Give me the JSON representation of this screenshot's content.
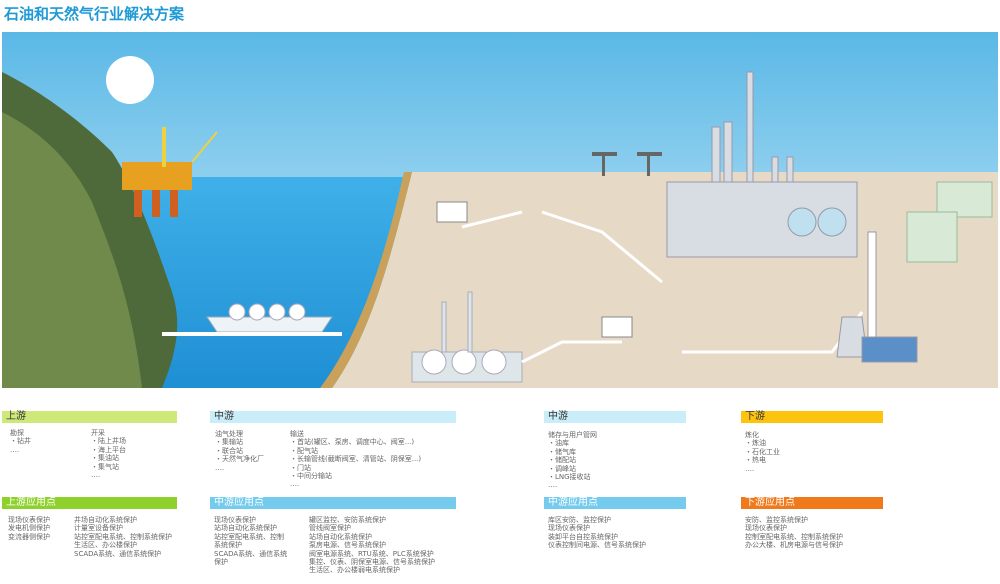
{
  "title": "石油和天然气行业解决方案",
  "colors": {
    "upstream": "#cfe87a",
    "upstream_app": "#8ed12c",
    "midstream": "#c9edf9",
    "midstream_app": "#75cbee",
    "downstream": "#fdc40f",
    "downstream_app": "#f0791c"
  },
  "upstream": {
    "label": "上游",
    "col1": [
      "勘探",
      "・钻井",
      "…."
    ],
    "col2": [
      "开采",
      "・陆上井场",
      "・海上平台",
      "・集油站",
      "・集气站",
      "…."
    ]
  },
  "upstream_app": {
    "label": "上游应用点",
    "col1": [
      "现场仪表保护",
      "发电机侧保护",
      "变流器侧保护"
    ],
    "col2": [
      "井场自动化系统保护",
      "计量室设备保护",
      "站控室配电系统、控制系统保护",
      "生活区、办公楼保护",
      "SCADA系统、通信系统保护"
    ]
  },
  "midstream1": {
    "label": "中游",
    "col1": [
      "油气处理",
      "・集输站",
      "・联合站",
      "・天然气净化厂",
      "…."
    ],
    "col2": [
      "输送",
      "・首站(罐区、泵房、调度中心、阀室...)",
      "・配气站",
      "・长输管线(截断阀室、清管站、阴保室...)",
      "・门站",
      "・中间分输站",
      "…."
    ]
  },
  "midstream1_app": {
    "label": "中游应用点",
    "col1": [
      "现场仪表保护",
      "站场自动化系统保护",
      "站控室配电系统、控制",
      "系统保护",
      "SCADA系统、通信系统",
      "保护"
    ],
    "col2": [
      "罐区监控、安防系统保护",
      "管线阀室保护",
      "站场自动化系统保护",
      "泵房电源、信号系统保护",
      "阀室电源系统、RTU系统、PLC系统保护",
      "集控、仪表、阴保室电源、信号系统保护",
      "生活区、办公楼弱电系统保护"
    ]
  },
  "midstream2": {
    "label": "中游",
    "col1": [
      "储存与用户管网",
      "・油库",
      "・储气库",
      "・储配站",
      "・调峰站",
      "・LNG接收站",
      "…."
    ]
  },
  "midstream2_app": {
    "label": "中游应用点",
    "col1": [
      "库区安防、监控保护",
      "现场仪表保护",
      "装卸平台自控系统保护",
      "仪表控制间电源、信号系统保护"
    ]
  },
  "downstream": {
    "label": "下游",
    "col1": [
      "炼化",
      "・炼油",
      "・石化工业",
      "・热电",
      "…."
    ]
  },
  "downstream_app": {
    "label": "下游应用点",
    "col1": [
      "安防、监控系统保护",
      "现场仪表保护",
      "控制室配电系统、控制系统保护",
      "办公大楼、机房电源与信号保护"
    ]
  }
}
